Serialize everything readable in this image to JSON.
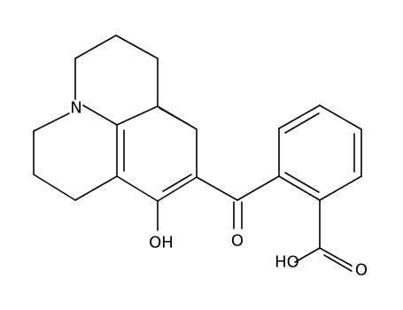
{
  "molecule": {
    "atom_labels": {
      "nitrogen": "N",
      "hydroxyl": "OH",
      "ketone_oxygen": "O",
      "carboxyl_hydroxyl": "HO",
      "carboxyl_oxygen": "O"
    },
    "colors": {
      "bond": "#000000",
      "label": "#000000",
      "background": "#ffffff"
    }
  }
}
